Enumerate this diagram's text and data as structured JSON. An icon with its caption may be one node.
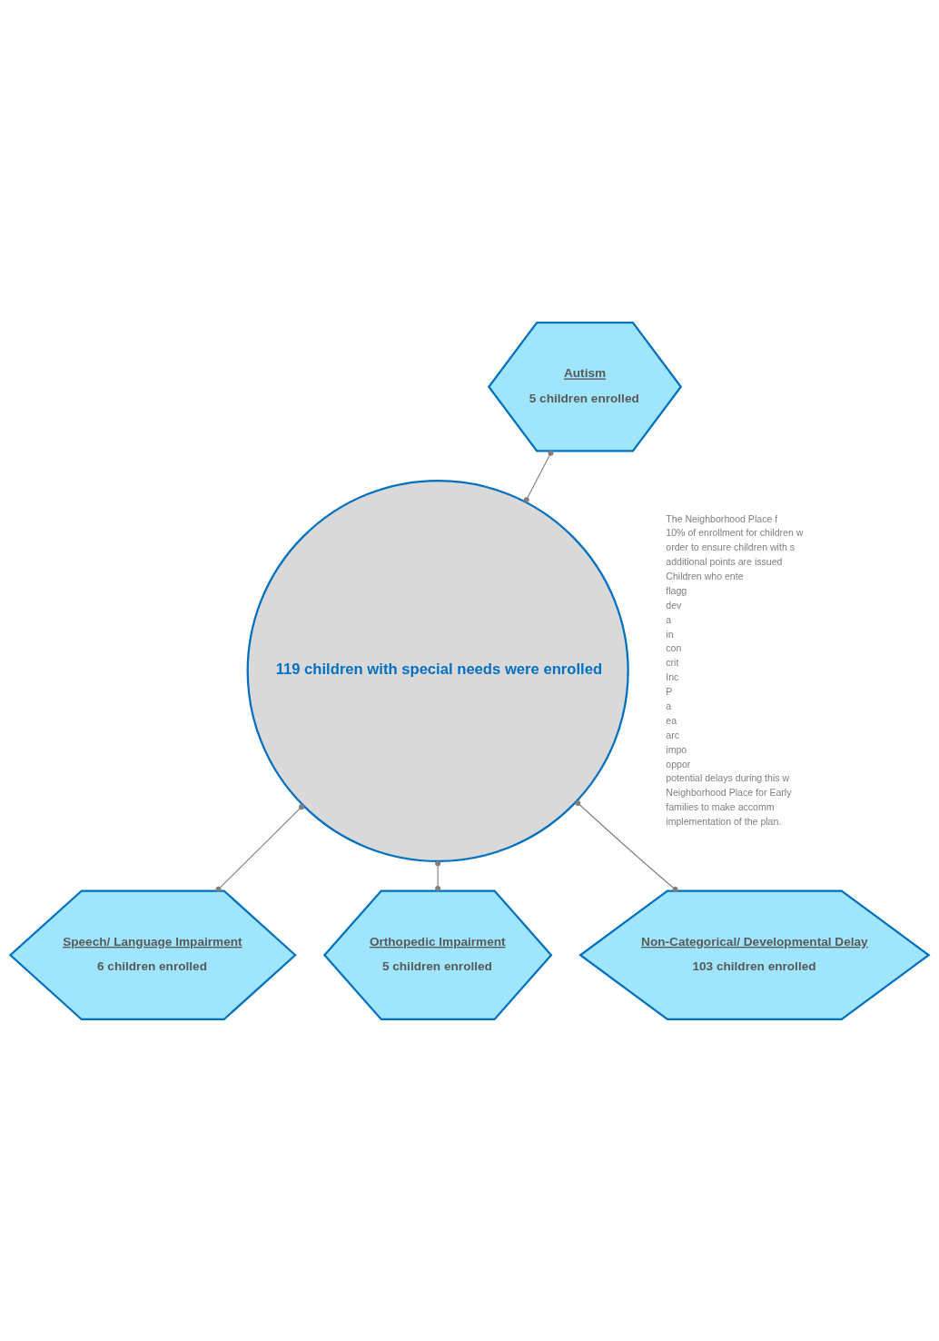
{
  "diagram": {
    "nodes": [
      {
        "text": [
          "119 children with special needs were enrolled"
        ]
      },
      {
        "text": [
          "Autism",
          "5 children enrolled"
        ]
      },
      {
        "text": [
          "Speech/ Language Impairment",
          "6 children enrolled"
        ]
      },
      {
        "text": [
          "Orthopedic Impairment",
          "5 children enrolled"
        ]
      },
      {
        "text": [
          "Non-Categorical/ Developmental Delay",
          "103 children enrolled"
        ]
      }
    ],
    "edges": [
      {
        "from": 1,
        "to": 0,
        "arrow": "other"
      },
      {
        "from": 0,
        "to": 2,
        "arrow": "other"
      },
      {
        "from": 0,
        "to": 3,
        "arrow": "other"
      },
      {
        "from": 0,
        "to": 4,
        "arrow": "other"
      }
    ],
    "labels": [
      "The Neighborhood Place f",
      "10% of enrollment for children w",
      "order to ensure children with s",
      "additional points are issued",
      "Children who ente",
      "flagg",
      "dev",
      "a",
      "in",
      "con",
      "crit",
      "Inc",
      "P",
      "a",
      "ea",
      "arc",
      "impo",
      "oppor",
      "potential delays during this w",
      "Neighborhood Place for Early",
      "families to make accomm",
      "implementation of the plan."
    ]
  }
}
